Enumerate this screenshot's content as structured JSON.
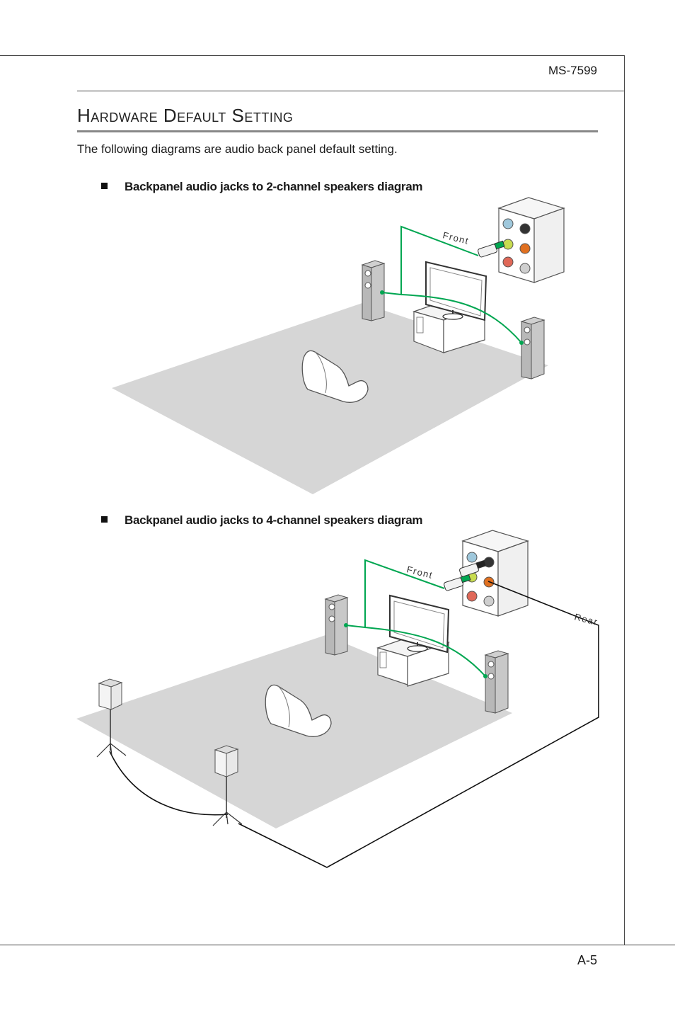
{
  "header": {
    "model": "MS-7599"
  },
  "section": {
    "title": "Hardware Default Setting",
    "intro": "The following diagrams are audio back panel default setting."
  },
  "diagrams": [
    {
      "caption": "Backpanel audio jacks to 2-channel speakers diagram",
      "labels": {
        "front": "Front"
      }
    },
    {
      "caption": "Backpanel audio jacks to 4-channel speakers diagram",
      "labels": {
        "front": "Front",
        "rear": "Rear"
      }
    }
  ],
  "footer": {
    "page": "A-5"
  },
  "colors": {
    "front_cable": "#00a651",
    "rear_cable": "#111111",
    "floor": "#d6d6d6",
    "speaker": "#b8b8b8"
  }
}
